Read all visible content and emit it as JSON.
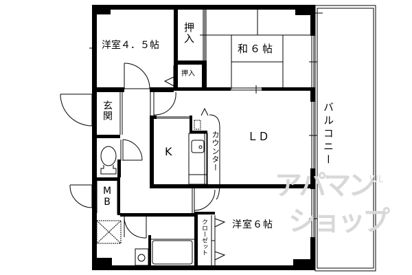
{
  "floorplan": {
    "rooms": {
      "western_45": "洋室４．５帖",
      "closet_upper": "押入",
      "closet_small": "押入",
      "japanese_6": "和６帖",
      "entrance": "玄関",
      "kitchen": "K",
      "living_dining": "ＬＤ",
      "counter": "カウンター",
      "balcony": "バルコニー",
      "meter_box": "MB",
      "western_6": "洋室６帖",
      "closet_wardrobe": "クローゼット"
    },
    "watermark": {
      "line1": "アパマン",
      "line2": "ショップ",
      "suffix": "WL"
    },
    "colors": {
      "wall": "#000000",
      "background": "#ffffff",
      "watermark": "#d8d8d8"
    }
  }
}
